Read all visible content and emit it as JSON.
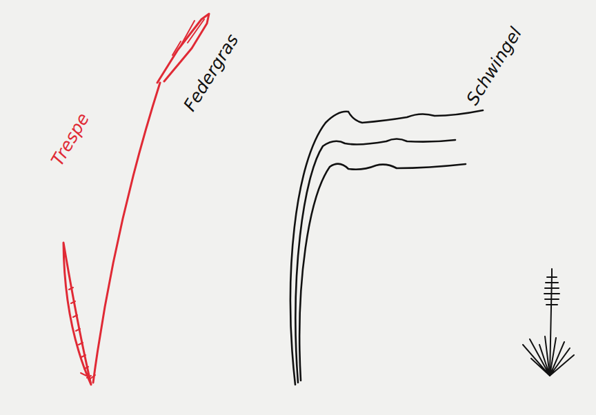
{
  "diagram": {
    "labels": [
      "Trespe",
      "Federgras",
      "Schwingel"
    ]
  }
}
